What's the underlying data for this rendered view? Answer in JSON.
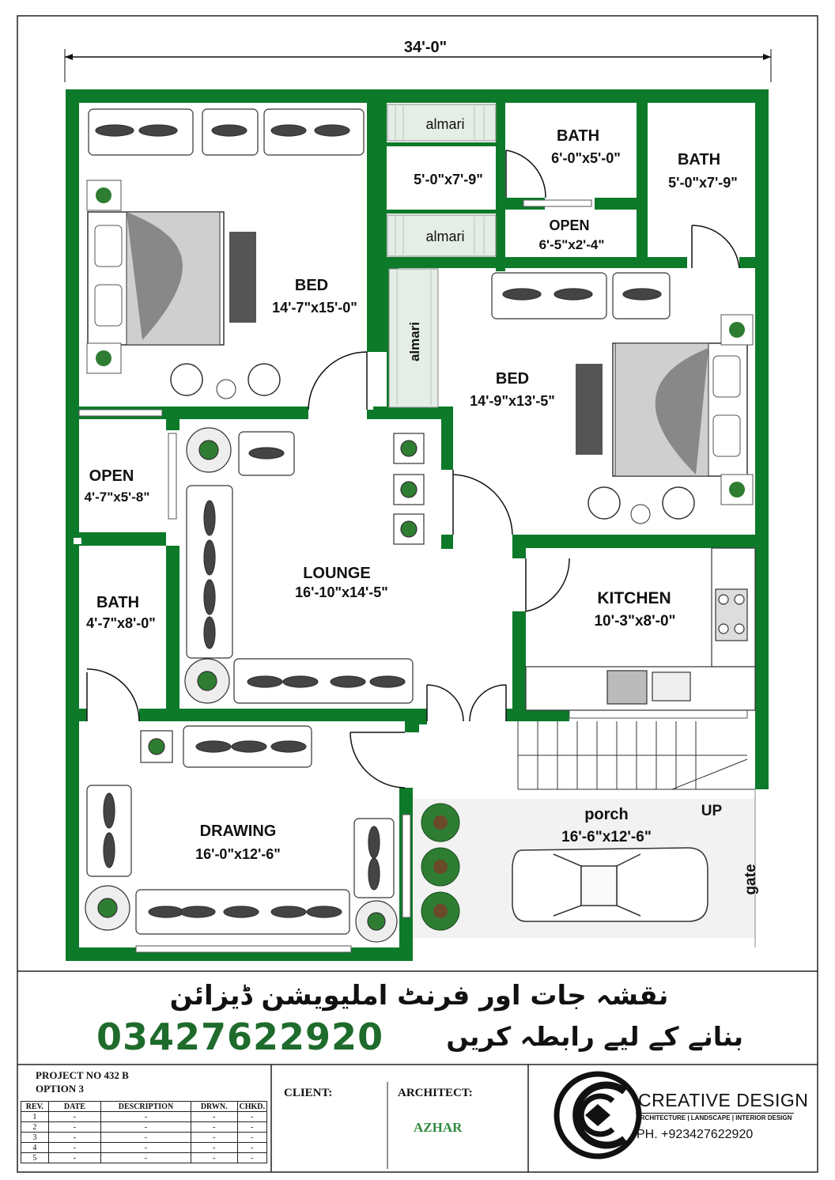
{
  "dimension": "34'-0\"",
  "rooms": {
    "bed1": {
      "name": "BED",
      "size": "14'-7\"x15'-0\""
    },
    "dress": {
      "size": "5'-0\"x7'-9\""
    },
    "almari_top": "almari",
    "almari_bottom": "almari",
    "almari_side": "almari",
    "bath_top1": {
      "name": "BATH",
      "size": "6'-0\"x5'-0\""
    },
    "open_top": {
      "name": "OPEN",
      "size": "6'-5\"x2'-4\""
    },
    "bath_top2": {
      "name": "BATH",
      "size": "5'-0\"x7'-9\""
    },
    "bed2": {
      "name": "BED",
      "size": "14'-9\"x13'-5\""
    },
    "open_left": {
      "name": "OPEN",
      "size": "4'-7\"x5'-8\""
    },
    "lounge": {
      "name": "LOUNGE",
      "size": "16'-10\"x14'-5\""
    },
    "bath_left": {
      "name": "BATH",
      "size": "4'-7\"x8'-0\""
    },
    "kitchen": {
      "name": "KITCHEN",
      "size": "10'-3\"x8'-0\""
    },
    "drawing": {
      "name": "DRAWING",
      "size": "16'-0\"x12'-6\""
    },
    "porch": {
      "name": "porch",
      "size": "16'-6\"x12'-6\""
    },
    "up": "UP",
    "gate": "gate"
  },
  "banner": {
    "urdu_line1": "نقشہ جات اور فرنٹ املیویشن ڈیزائن",
    "urdu_line2": "بنانے کے لیے رابطہ کریں",
    "phone": "03427622920"
  },
  "title_block": {
    "project": "PROJECT NO 432 B",
    "option": "OPTION 3",
    "columns": [
      "REV.",
      "DATE",
      "DESCRIPTION",
      "DRWN.",
      "CHKD."
    ],
    "rows": [
      [
        "1",
        "-",
        "-",
        "-",
        "-"
      ],
      [
        "2",
        "-",
        "-",
        "-",
        "-"
      ],
      [
        "3",
        "-",
        "-",
        "-",
        "-"
      ],
      [
        "4",
        "-",
        "-",
        "-",
        "-"
      ],
      [
        "5",
        "-",
        "-",
        "-",
        "-"
      ]
    ],
    "client_label": "CLIENT:",
    "architect_label": "ARCHITECT:",
    "architect_name": "AZHAR",
    "company": "CREATIVE DESIGN",
    "company_tagline": "ARCHITECTURE | LANDSCAPE | INTERIOR DESIGN",
    "company_phone": "PH.  +923427622920"
  },
  "colors": {
    "wall": "#0d7a2a",
    "phone": "#1e6b2c",
    "architect": "#2e8b3e"
  }
}
